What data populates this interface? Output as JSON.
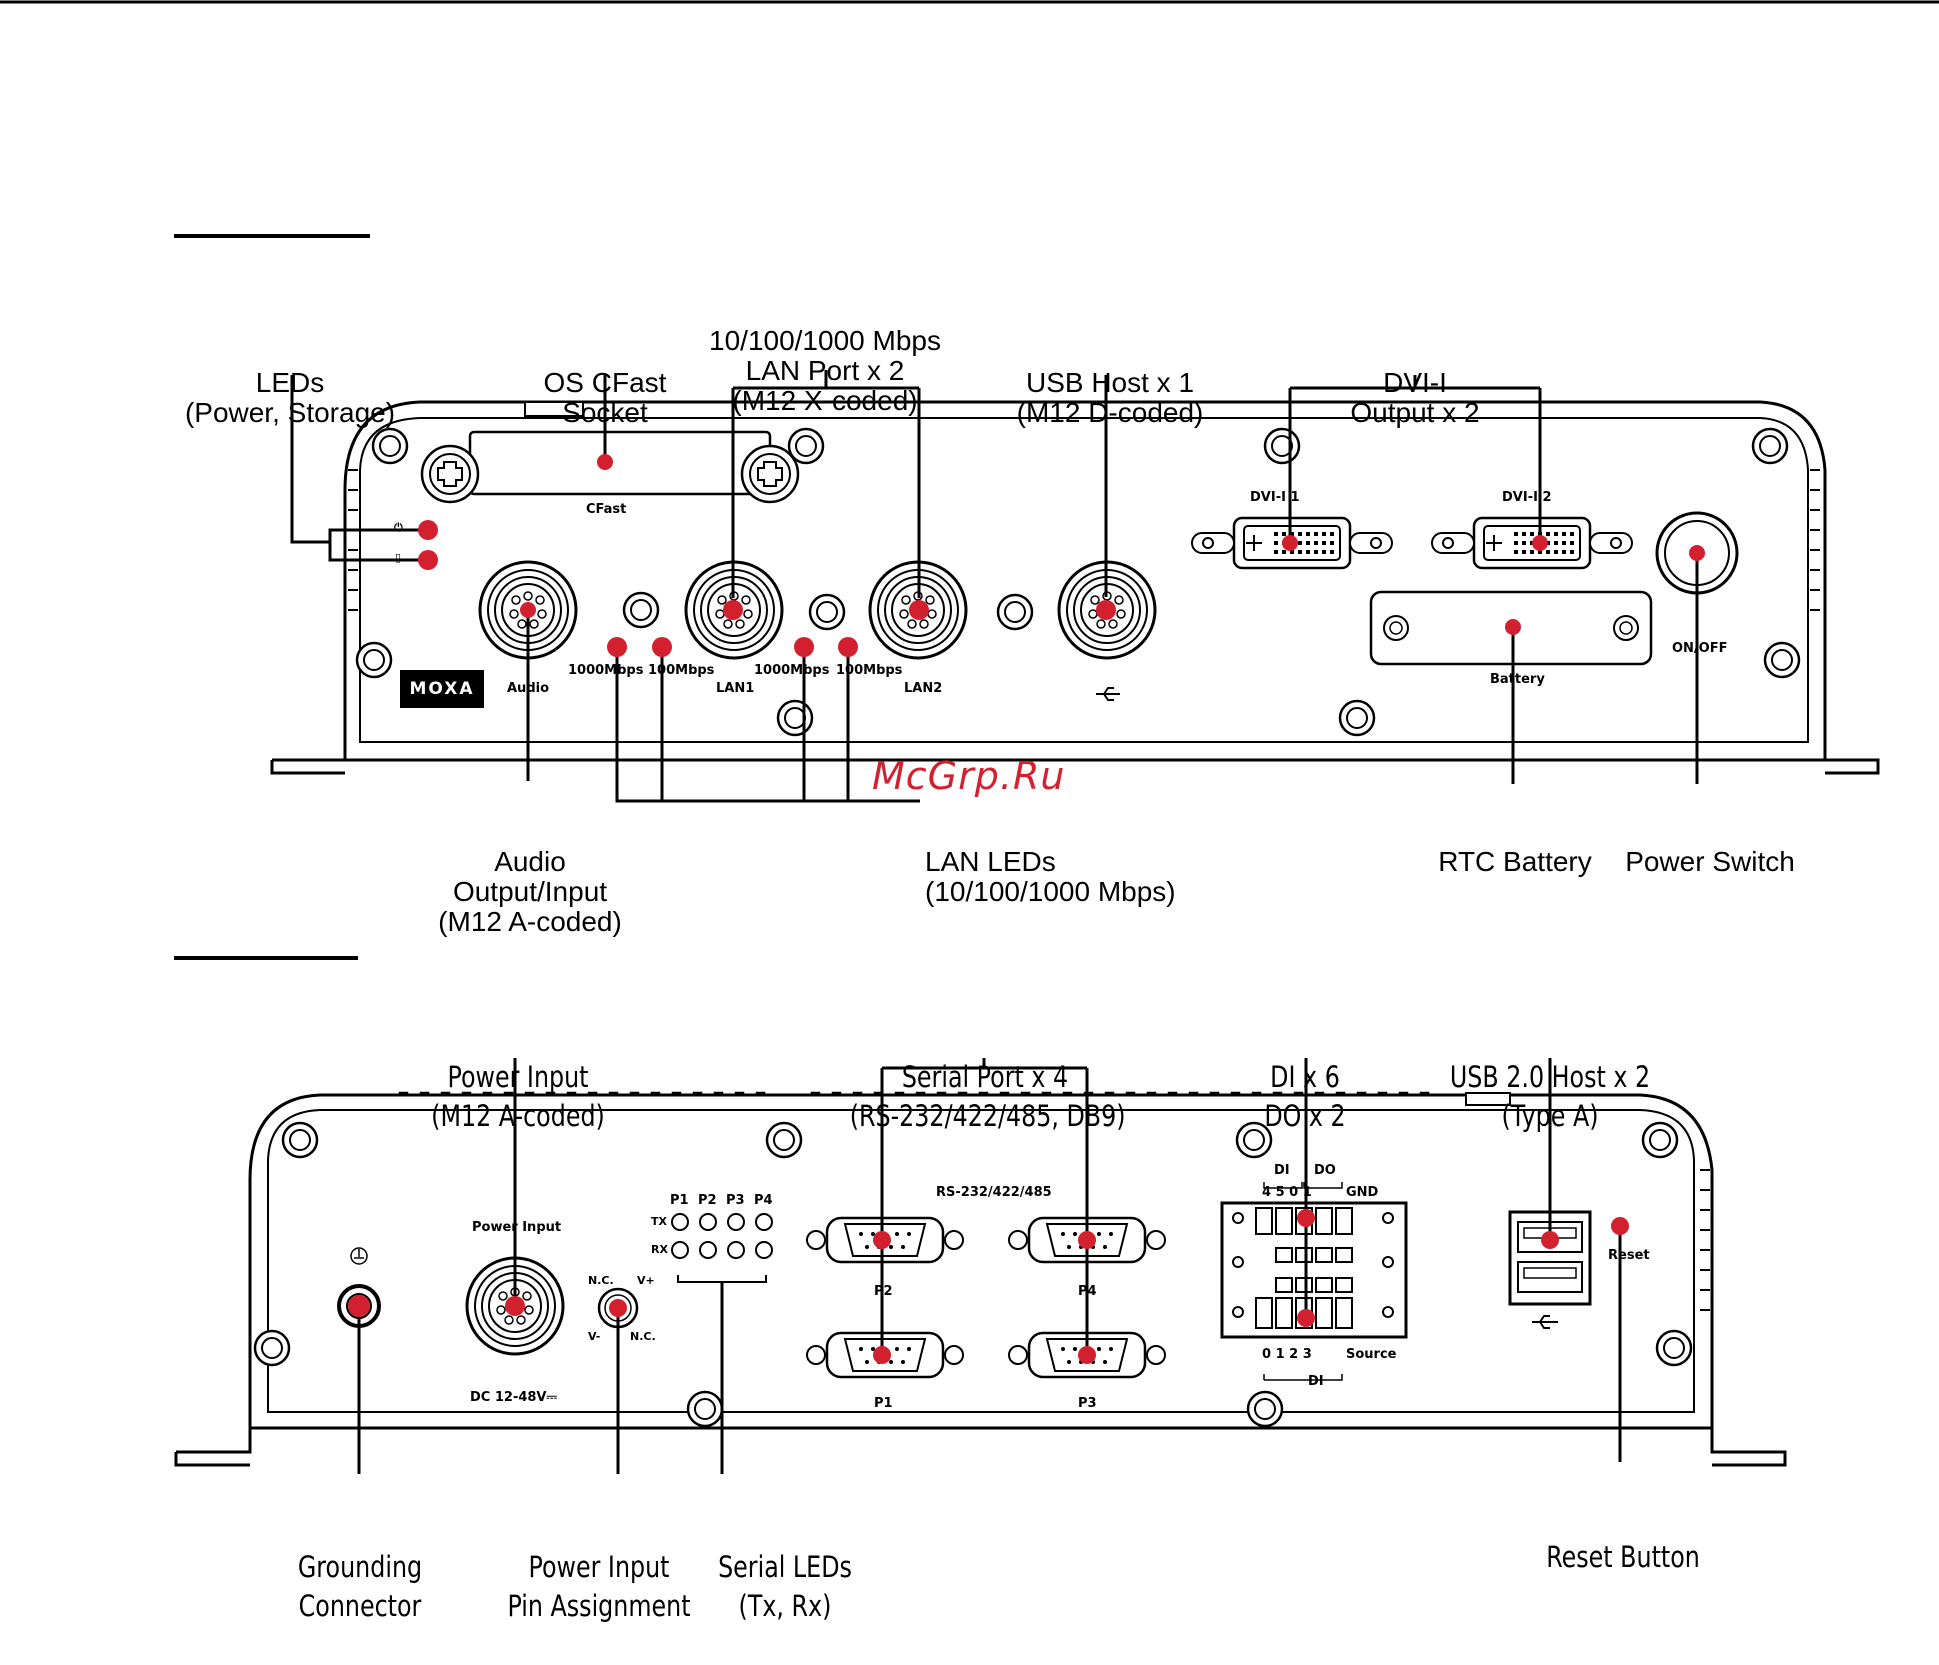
{
  "watermark": "McGrp.Ru",
  "front_panel": {
    "callouts": {
      "leds": [
        "LEDs",
        "(Power, Storage)"
      ],
      "cfast": [
        "OS CFast",
        "Socket"
      ],
      "lan": [
        "10/100/1000 Mbps",
        "LAN Port x 2",
        "(M12 X-coded)"
      ],
      "usb": [
        "USB Host x 1",
        "(M12 D-coded)"
      ],
      "dvi": [
        "DVI-I",
        "Output x 2"
      ],
      "audio": [
        "Audio",
        "Output/Input",
        "(M12 A-coded)"
      ],
      "lan_leds": [
        "LAN LEDs",
        "(10/100/1000 Mbps)"
      ],
      "rtc": [
        "RTC Battery"
      ],
      "power_switch": [
        "Power Switch"
      ]
    },
    "panel_text": {
      "cfast": "CFast",
      "dvi1": "DVI-I 1",
      "dvi2": "DVI-I 2",
      "audio": "Audio",
      "lan1": "LAN1",
      "lan2": "LAN2",
      "led_1000_a": "1000Mbps",
      "led_100_a": "100Mbps",
      "led_1000_b": "1000Mbps",
      "led_100_b": "100Mbps",
      "battery": "Battery",
      "onoff": "ON/OFF",
      "logo": "MOXA"
    }
  },
  "rear_panel": {
    "callouts": {
      "power_input": [
        "Power Input",
        "(M12 A-coded)"
      ],
      "serial": [
        "Serial Port x 4",
        "(RS-232/422/485, DB9)"
      ],
      "dio": [
        "DI x 6",
        "DO x 2"
      ],
      "usb": [
        "USB 2.0 Host x 2",
        "(Type A)"
      ],
      "grounding": [
        "Grounding",
        "Connector"
      ],
      "pin_assignment": [
        "Power Input",
        "Pin Assignment"
      ],
      "serial_leds": [
        "Serial LEDs",
        "(Tx, Rx)"
      ],
      "reset": [
        "Reset Button"
      ]
    },
    "panel_text": {
      "power_input": "Power Input",
      "dc": "DC  12-48V⎓",
      "nc1": "N.C.",
      "vplus": "V+",
      "vminus": "V-",
      "nc2": "N.C.",
      "p1h": "P1",
      "p2h": "P2",
      "p3h": "P3",
      "p4h": "P4",
      "tx": "TX",
      "rx": "RX",
      "rs": "RS-232/422/485",
      "p2": "P2",
      "p4": "P4",
      "p1": "P1",
      "p3": "P3",
      "di_top": "DI",
      "do_top": "DO",
      "dio_top_nums": "4  5  0  1",
      "gnd": "GND",
      "dio_bot_nums": "0   1   2   3",
      "source": "Source",
      "di_bottom": "DI",
      "reset": "Reset"
    }
  },
  "colors": {
    "accent": "#d3202e",
    "line": "#000000"
  }
}
